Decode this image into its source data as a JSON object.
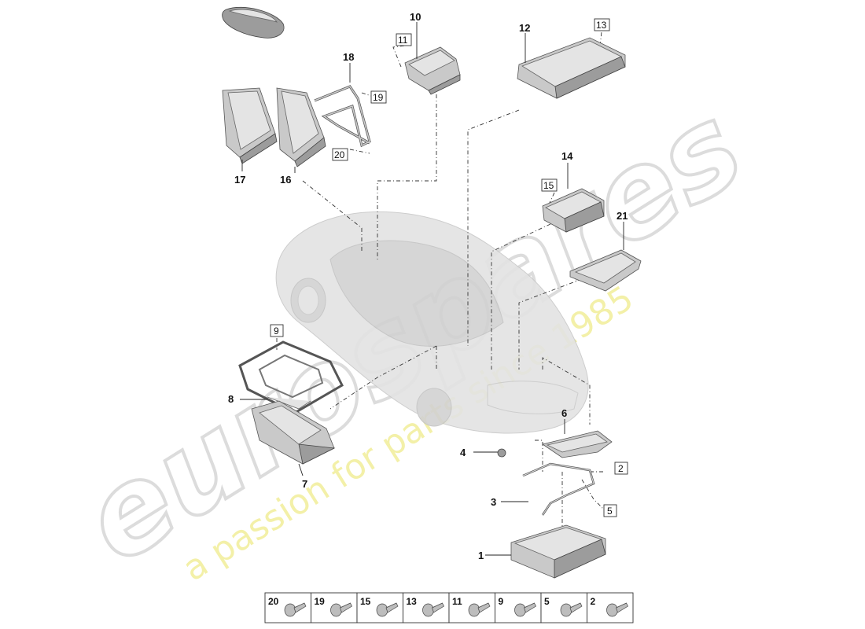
{
  "watermark": {
    "brand": "eurospares",
    "tagline": "a passion for parts since 1985"
  },
  "callouts": {
    "p1": "1",
    "p3": "3",
    "p4": "4",
    "p6": "6",
    "p7": "7",
    "p8": "8",
    "p10": "10",
    "p12": "12",
    "p14": "14",
    "p16": "16",
    "p17": "17",
    "p18": "18",
    "p21": "21"
  },
  "boxed_refs": {
    "b2": "2",
    "b5": "5",
    "b9": "9",
    "b11": "11",
    "b13": "13",
    "b15": "15",
    "b19": "19",
    "b20": "20"
  },
  "fastener_strip": [
    "20",
    "19",
    "15",
    "13",
    "11",
    "9",
    "5",
    "2"
  ]
}
